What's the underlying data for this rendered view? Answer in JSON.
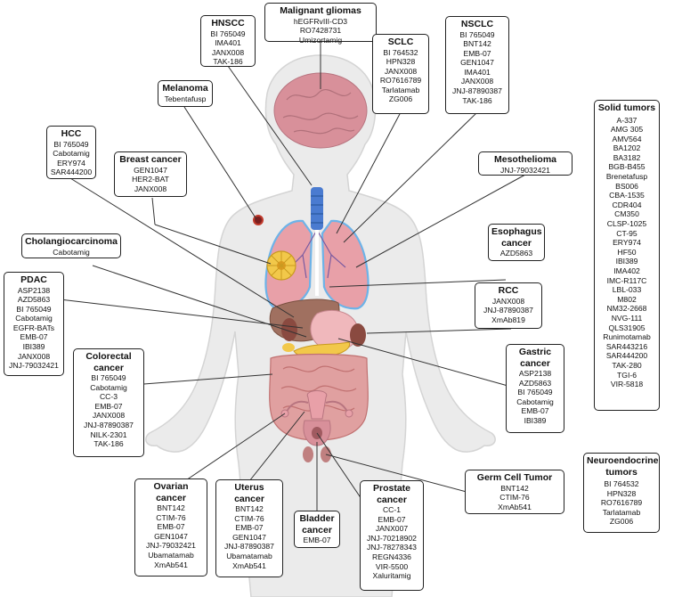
{
  "colors": {
    "silhouette": "#ebebeb",
    "silhouette_outline": "#d4d4d4",
    "organ_pink": "#e8a0a8",
    "lung_outline": "#6db3e8",
    "liver": "#a07060",
    "kidney": "#8a4a40",
    "gallbladder": "#f2c84a",
    "intestine": "#e0a0a0",
    "brain": "#d8909a",
    "trachea": "#4a7bd0",
    "melanoma": "#c0392b",
    "box_border": "#222222",
    "connector": "#333333"
  },
  "labels": {
    "hnscc": {
      "title": "HNSCC",
      "items": [
        "BI 765049",
        "IMA401",
        "JANX008",
        "TAK-186"
      ]
    },
    "gliomas": {
      "title": "Malignant gliomas",
      "items": [
        "hEGFRvIII-CD3",
        "RO7428731",
        "Umizortamig"
      ]
    },
    "sclc": {
      "title": "SCLC",
      "items": [
        "BI 764532",
        "HPN328",
        "JANX008",
        "RO7616789",
        "Tarlatamab",
        "ZG006"
      ]
    },
    "nsclc": {
      "title": "NSCLC",
      "items": [
        "BI 765049",
        "BNT142",
        "EMB-07",
        "GEN1047",
        "IMA401",
        "JANX008",
        "JNJ-87890387",
        "TAK-186"
      ]
    },
    "melanoma": {
      "title": "Melanoma",
      "items": [
        "Tebentafusp"
      ]
    },
    "hcc": {
      "title": "HCC",
      "items": [
        "BI 765049",
        "Cabotamig",
        "ERY974",
        "SAR444200"
      ]
    },
    "breast": {
      "title": "Breast cancer",
      "items": [
        "GEN1047",
        "HER2-BAT",
        "JANX008"
      ]
    },
    "meso": {
      "title": "Mesothelioma",
      "items": [
        "JNJ-79032421"
      ]
    },
    "chol": {
      "title": "Cholangiocarcinoma",
      "items": [
        "Cabotamig"
      ]
    },
    "eso": {
      "title": "Esophagus cancer",
      "items": [
        "AZD5863"
      ]
    },
    "pdac": {
      "title": "PDAC",
      "items": [
        "ASP2138",
        "AZD5863",
        "BI 765049",
        "Cabotamig",
        "EGFR-BATs",
        "EMB-07",
        "IBI389",
        "JANX008",
        "JNJ-79032421"
      ]
    },
    "rcc": {
      "title": "RCC",
      "items": [
        "JANX008",
        "JNJ-87890387",
        "XmAb819"
      ]
    },
    "crc": {
      "title": "Colorectal cancer",
      "items": [
        "BI 765049",
        "Cabotamig",
        "CC-3",
        "EMB-07",
        "JANX008",
        "JNJ-87890387",
        "NILK-2301",
        "TAK-186"
      ]
    },
    "gastric": {
      "title": "Gastric cancer",
      "items": [
        "ASP2138",
        "AZD5863",
        "BI 765049",
        "Cabotamig",
        "EMB-07",
        "IBI389"
      ]
    },
    "solid": {
      "title": "Solid tumors",
      "items": [
        "A-337",
        "AMG 305",
        "AMV564",
        "BA1202",
        "BA3182",
        "BGB-B455",
        "Brenetafusp",
        "BS006",
        "CBA-1535",
        "CDR404",
        "CM350",
        "CLSP-1025",
        "CT-95",
        "ERY974",
        "HF50",
        "IBI389",
        "IMA402",
        "IMC-R117C",
        "LBL-033",
        "M802",
        "NM32-2668",
        "NVG-111",
        "QLS31905",
        "Runimotamab",
        "SAR443216",
        "SAR444200",
        "TAK-280",
        "TGI-6",
        "VIR-5818"
      ]
    },
    "neuro": {
      "title": "Neuroendocrine tumors",
      "items": [
        "BI 764532",
        "HPN328",
        "RO7616789",
        "Tarlatamab",
        "ZG006"
      ]
    },
    "germ": {
      "title": "Germ Cell Tumor",
      "items": [
        "BNT142",
        "CTIM-76",
        "XmAb541"
      ]
    },
    "ovarian": {
      "title": "Ovarian cancer",
      "items": [
        "BNT142",
        "CTIM-76",
        "EMB-07",
        "GEN1047",
        "JNJ-79032421",
        "Ubamatamab",
        "XmAb541"
      ]
    },
    "uterus": {
      "title": "Uterus cancer",
      "items": [
        "BNT142",
        "CTIM-76",
        "EMB-07",
        "GEN1047",
        "JNJ-87890387",
        "Ubamatamab",
        "XmAb541"
      ]
    },
    "bladder": {
      "title": "Bladder cancer",
      "items": [
        "EMB-07"
      ]
    },
    "prostate": {
      "title": "Prostate cancer",
      "items": [
        "CC-1",
        "EMB-07",
        "JANX007",
        "JNJ-70218902",
        "JNJ-78278343",
        "REGN4336",
        "VIR-5500",
        "Xaluritamig"
      ]
    }
  }
}
